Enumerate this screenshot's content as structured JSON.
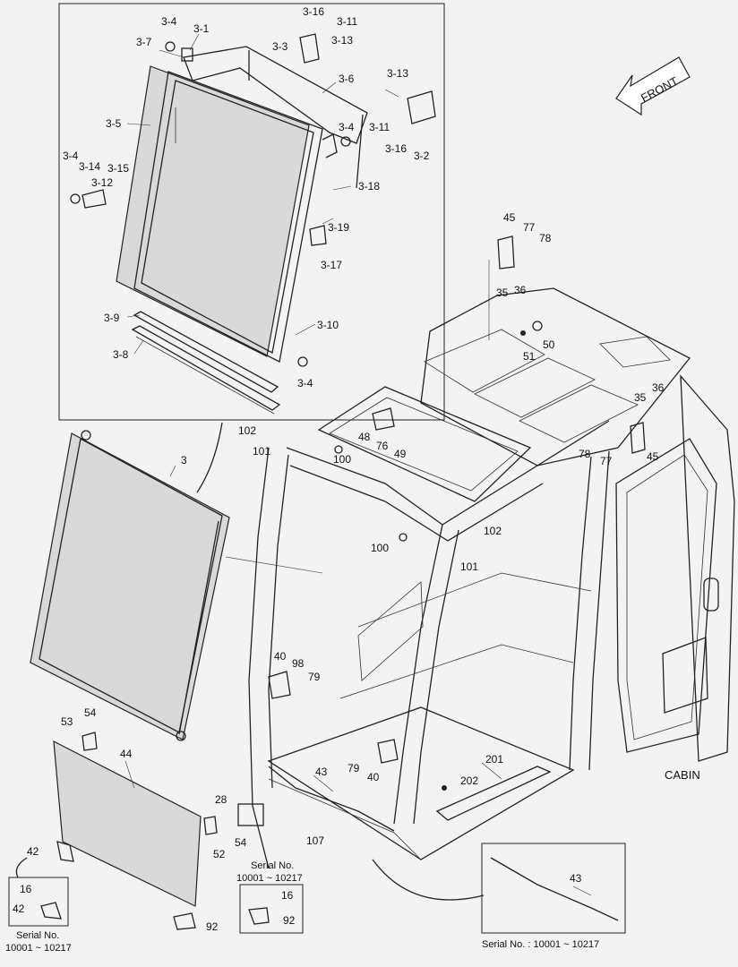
{
  "diagram": {
    "title": "CABIN",
    "direction_arrow": "FRONT",
    "labels": {
      "p3_16": "3-16",
      "p3_11a": "3-11",
      "p3_13a": "3-13",
      "p3_3": "3-3",
      "p3_4a": "3-4",
      "p3_1": "3-1",
      "p3_7": "3-7",
      "p3_6": "3-6",
      "p3_13b": "3-13",
      "p3_5": "3-5",
      "p3_4b": "3-4",
      "p3_11b": "3-11",
      "p3_16b": "3-16",
      "p3_2": "3-2",
      "p3_4c": "3-4",
      "p3_14": "3-14",
      "p3_15": "3-15",
      "p3_12": "3-12",
      "p3_18": "3-18",
      "p3_19": "3-19",
      "p3_17": "3-17",
      "p3_9": "3-9",
      "p3_10": "3-10",
      "p3_8": "3-8",
      "p3_4d": "3-4",
      "p45a": "45",
      "p77a": "77",
      "p78a": "78",
      "p35a": "35",
      "p36a": "36",
      "p50": "50",
      "p51": "51",
      "p35b": "35",
      "p36b": "36",
      "p78b": "78",
      "p77b": "77",
      "p45b": "45",
      "p102a": "102",
      "p101a": "101",
      "p48": "48",
      "p76": "76",
      "p49": "49",
      "p100a": "100",
      "p3": "3",
      "p100b": "100",
      "p102b": "102",
      "p101b": "101",
      "p40a": "40",
      "p98": "98",
      "p79a": "79",
      "p53": "53",
      "p54a": "54",
      "p44": "44",
      "p43a": "43",
      "p79b": "79",
      "p40b": "40",
      "p201": "201",
      "p202": "202",
      "p28": "28",
      "p54b": "54",
      "p52": "52",
      "p107": "107",
      "p42a": "42",
      "p16a": "16",
      "p42b": "42",
      "p92a": "92",
      "p16b": "16",
      "p92b": "92",
      "p43b": "43"
    },
    "captions": {
      "serial_left_1": "Serial No.",
      "serial_left_2": "10001 ~ 10217",
      "serial_mid_1": "Serial No.",
      "serial_mid_2": "10001 ~ 10217",
      "serial_right": "Serial No. : 10001 ~ 10217"
    }
  }
}
